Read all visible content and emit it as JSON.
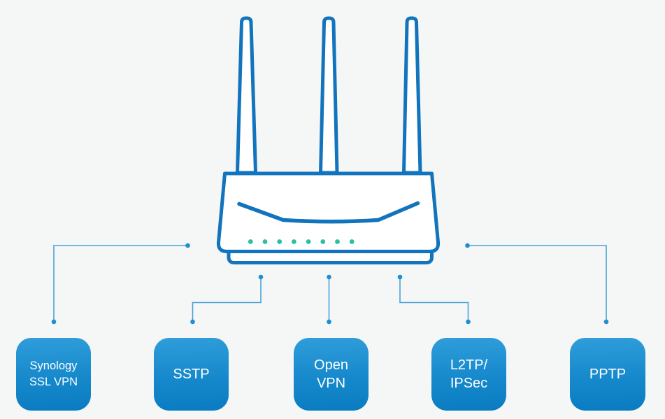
{
  "palette": {
    "background": "#f5f6f6",
    "router_outline_blue": "#1274bd",
    "led_green": "#2cbfa2",
    "connector_line_blue": "#4aa3d8",
    "connector_dot_blue": "#1f8ed2",
    "box_gradient_top": "#2f9dda",
    "box_gradient_bottom": "#0a7bc0",
    "box_text": "#ffffff"
  },
  "router": {
    "type": "wireless-router-icon",
    "antenna_count": 3,
    "led_count": 8
  },
  "vpn_boxes": [
    {
      "lines": [
        "Synology",
        "SSL VPN"
      ]
    },
    {
      "lines": [
        "SSTP"
      ]
    },
    {
      "lines": [
        "Open",
        "VPN"
      ]
    },
    {
      "lines": [
        "L2TP/",
        "IPSec"
      ]
    },
    {
      "lines": [
        "PPTP"
      ]
    }
  ]
}
